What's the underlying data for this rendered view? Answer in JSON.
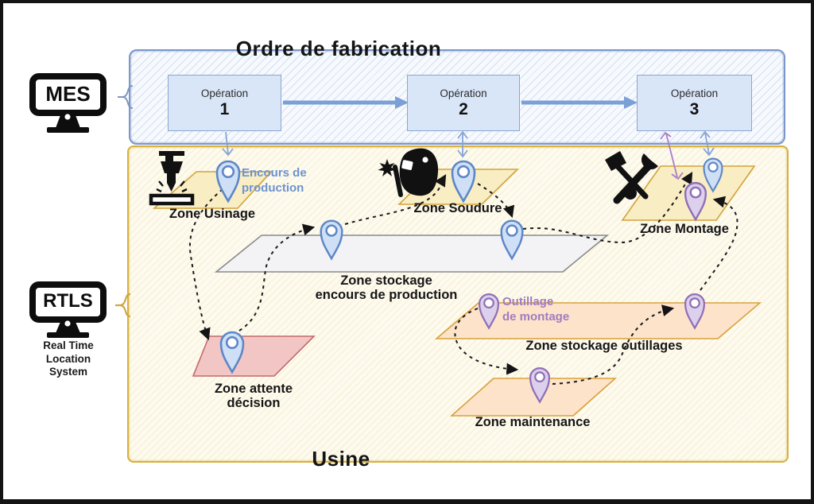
{
  "mes": {
    "label": "MES"
  },
  "rtls": {
    "label": "RTLS",
    "subtitle": "Real Time\nLocation\nSystem"
  },
  "order": {
    "title": "Ordre de fabrication",
    "operations": [
      {
        "label": "Opération",
        "number": "1"
      },
      {
        "label": "Opération",
        "number": "2"
      },
      {
        "label": "Opération",
        "number": "3"
      }
    ]
  },
  "factory": {
    "label": "Usine",
    "zones": {
      "usinage": "Zone Usinage",
      "soudure": "Zone Soudure",
      "montage": "Zone Montage",
      "stockage_encours": "Zone stockage\nencours de production",
      "attente": "Zone attente\ndécision",
      "stockage_outillages": "Zone stockage outillages",
      "maintenance": "Zone maintenance"
    },
    "tags": {
      "encours": "Encours de\nproduction",
      "outillage": "Outillage\nde montage"
    }
  },
  "colors": {
    "blue_accent": "#7ba0d6",
    "purple_accent": "#a77fc9",
    "gold_border": "#d8b13c",
    "zone_yellow": "#f9edc4",
    "zone_gray": "#f3f3f5",
    "zone_pink": "#f3c6c6",
    "zone_peach": "#fce3ca",
    "pin_blue_fill": "#cfe0f6",
    "pin_blue_stroke": "#5d87c6",
    "pin_purple_fill": "#ddd0ec",
    "pin_purple_stroke": "#8f6fb5"
  }
}
